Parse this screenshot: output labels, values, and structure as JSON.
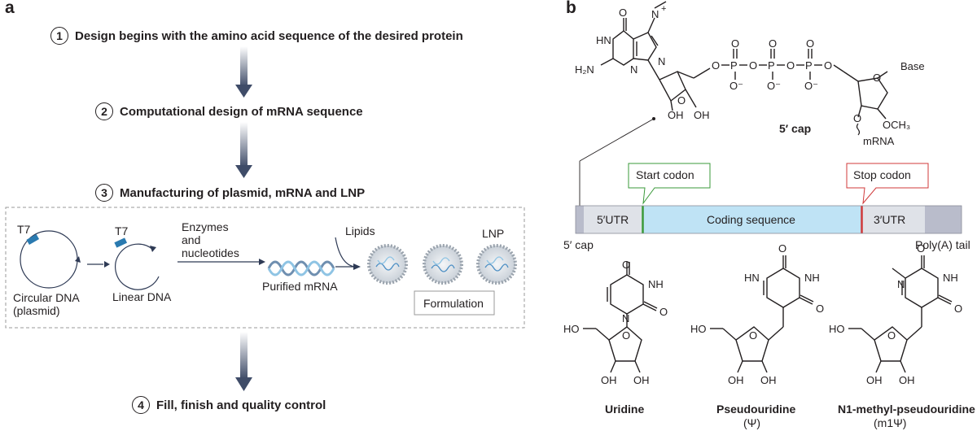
{
  "panel_a": {
    "letter": "a",
    "steps": [
      {
        "num": "1",
        "text": "Design begins with the amino acid sequence of the desired protein"
      },
      {
        "num": "2",
        "text": "Computational design of mRNA sequence"
      },
      {
        "num": "3",
        "text": "Manufacturing of plasmid, mRNA and LNP"
      },
      {
        "num": "4",
        "text": "Fill, finish and quality control"
      }
    ],
    "manufacturing": {
      "t7_a": "T7",
      "t7_b": "T7",
      "circular_dna_line1": "Circular DNA",
      "circular_dna_line2": "(plasmid)",
      "linear_dna": "Linear DNA",
      "enzymes_line1": "Enzymes",
      "enzymes_line2": "and",
      "enzymes_line3": "nucleotides",
      "purified_mrna": "Purified mRNA",
      "lipids": "Lipids",
      "lnp": "LNP",
      "formulation": "Formulation"
    }
  },
  "panel_b": {
    "letter": "b",
    "cap_label": "5′ cap",
    "cap_structure": {
      "o_top": "O",
      "n_methyl": "N",
      "plus": "+",
      "hn": "HN",
      "n_left": "N",
      "n_right": "N",
      "h2n": "H₂N",
      "o_ring": "O",
      "oh1": "OH",
      "oh2": "OH",
      "phosphate_chain": [
        "O",
        "P",
        "O",
        "P",
        "O",
        "P",
        "O"
      ],
      "p_o_top": "O",
      "p_o_minus": "O⁻",
      "base": "Base",
      "och3": "OCH₃",
      "o_link": "O",
      "mrna": "mRNA"
    },
    "mrna_bar": {
      "segments": {
        "utr5": "5′UTR",
        "coding": "Coding sequence",
        "utr3": "3′UTR"
      },
      "start_codon": "Start codon",
      "stop_codon": "Stop codon",
      "cap_end": "5′ cap",
      "polya": "Poly(A) tail"
    },
    "nucleosides": [
      {
        "name": "Uridine",
        "sub": ""
      },
      {
        "name": "Pseudouridine",
        "sub": "(Ψ)"
      },
      {
        "name": "N1-methyl-pseudouridine",
        "sub": "(m1Ψ)"
      }
    ],
    "atoms": {
      "o": "O",
      "nh": "NH",
      "hn": "HN",
      "n": "N",
      "ho": "HO",
      "oh": "OH"
    }
  },
  "colors": {
    "arrow": "#3f4c68",
    "coding_fill": "#bfe3f5",
    "utr_fill": "#dfe2e8",
    "cap_fill": "#b9bccb",
    "start_green": "#3a9a3a",
    "stop_red": "#d0393a",
    "dna_blue": "#2a7ab0"
  }
}
